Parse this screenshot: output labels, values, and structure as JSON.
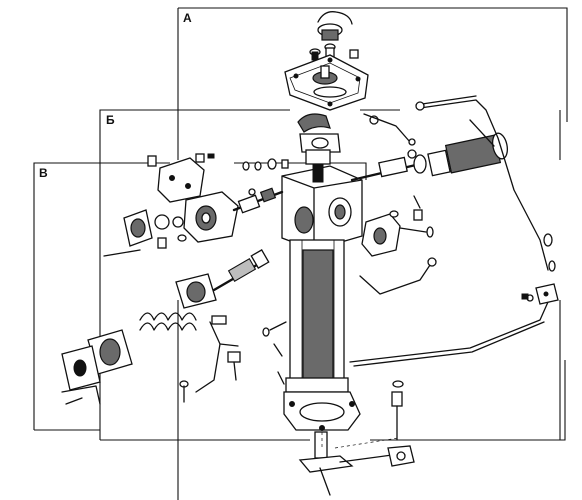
{
  "figure": {
    "frames": [
      {
        "id": "A",
        "label": "А"
      },
      {
        "id": "B",
        "label": "Б"
      },
      {
        "id": "V",
        "label": "В"
      }
    ]
  }
}
